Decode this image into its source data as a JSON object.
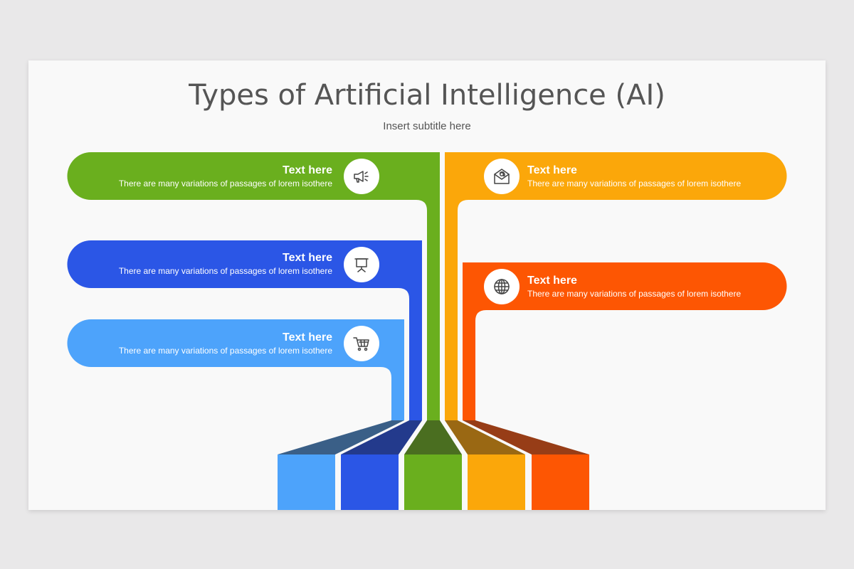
{
  "title": "Types of Artificial Intelligence (AI)",
  "subtitle": "Insert subtitle here",
  "colors": {
    "green": "#6aaf1e",
    "blue": "#2b56e6",
    "light_blue": "#4da3fb",
    "yellow": "#fba70a",
    "orange": "#fd5603",
    "background": "#f9f9f9",
    "title_text": "#555555"
  },
  "cards": [
    {
      "title": "Text here",
      "text": "There are many variations of passages of lorem isothere",
      "icon": "megaphone-icon",
      "color": "#6aaf1e"
    },
    {
      "title": "Text here",
      "text": "There are many variations of passages of lorem isothere",
      "icon": "presentation-board-icon",
      "color": "#2b56e6"
    },
    {
      "title": "Text here",
      "text": "There are many variations of passages of lorem isothere",
      "icon": "shopping-cart-icon",
      "color": "#4da3fb"
    },
    {
      "title": "Text here",
      "text": "There are many variations of passages of lorem isothere",
      "icon": "email-icon",
      "color": "#fba70a"
    },
    {
      "title": "Text here",
      "text": "There are many variations of passages of lorem isothere",
      "icon": "globe-icon",
      "color": "#fd5603"
    }
  ]
}
